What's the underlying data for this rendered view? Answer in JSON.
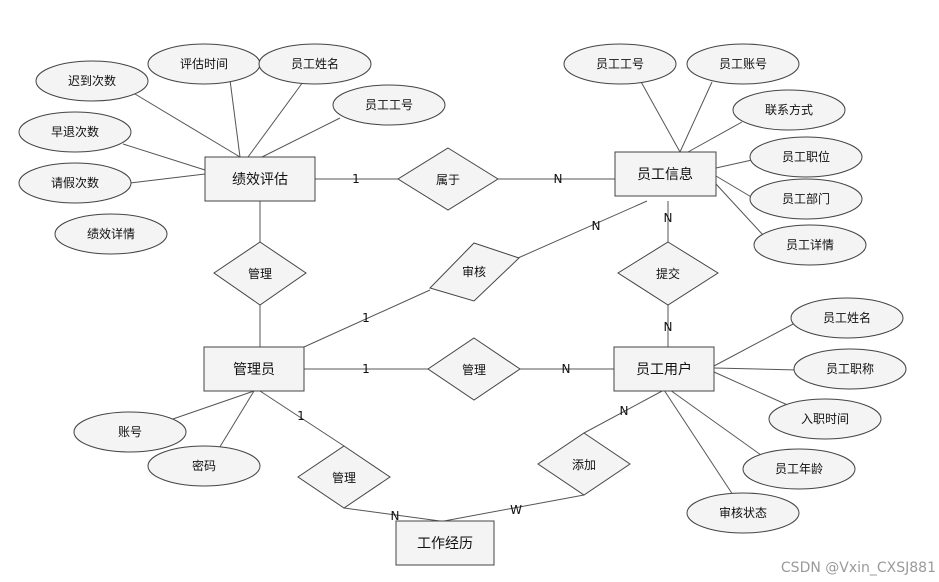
{
  "entities": {
    "perf_eval": "绩效评估",
    "emp_info": "员工信息",
    "admin": "管理员",
    "emp_user": "员工用户",
    "work_exp": "工作经历"
  },
  "relationships": {
    "belongs": "属于",
    "manage_eval": "管理",
    "review": "审核",
    "submit": "提交",
    "manage_user": "管理",
    "manage_exp": "管理",
    "add": "添加"
  },
  "attributes": {
    "perf_eval": [
      "迟到次数",
      "评估时间",
      "员工姓名",
      "员工工号",
      "早退次数",
      "请假次数",
      "绩效详情"
    ],
    "emp_info": [
      "员工工号",
      "员工账号",
      "联系方式",
      "员工职位",
      "员工部门",
      "员工详情"
    ],
    "admin": [
      "账号",
      "密码"
    ],
    "emp_user": [
      "员工姓名",
      "员工职称",
      "入职时间",
      "员工年龄",
      "审核状态"
    ]
  },
  "cardinalities": {
    "belongs_left": "1",
    "belongs_right": "N",
    "review_admin": "1",
    "review_info": "N",
    "submit_info": "N",
    "submit_user": "N",
    "manage_admin": "1",
    "manage_user": "N",
    "manage_exp_admin": "1",
    "manage_exp_work": "N",
    "add_work": "W",
    "add_user": "N"
  },
  "watermark": "CSDN @Vxin_CXSJ881"
}
